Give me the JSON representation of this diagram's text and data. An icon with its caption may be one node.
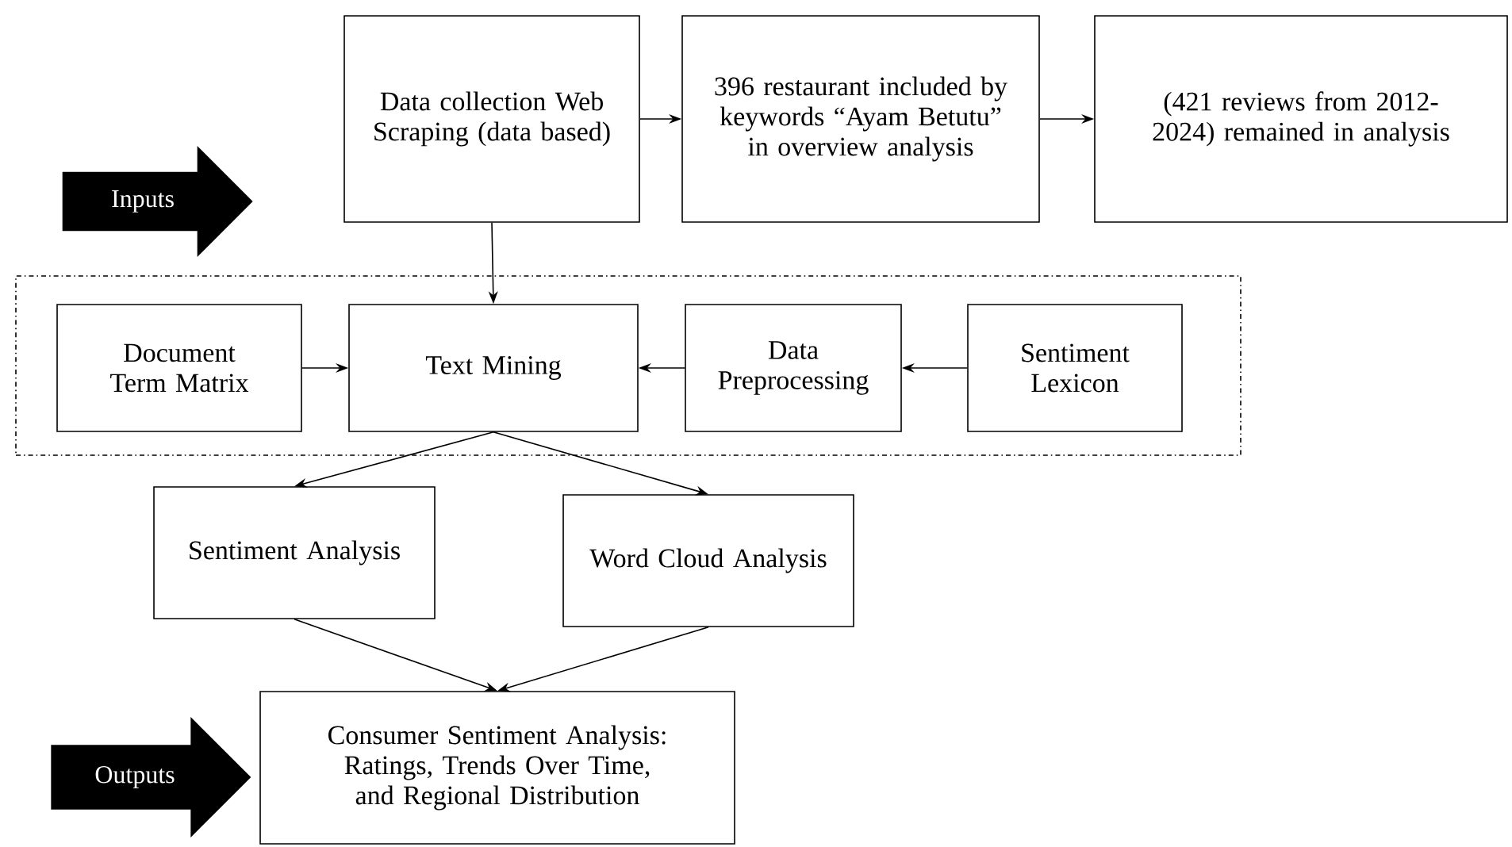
{
  "diagram": {
    "nodes": [
      {
        "text": [
          "Inputs"
        ]
      },
      {
        "text": [
          "Data collection Web Scraping (data based)"
        ]
      },
      {
        "text": [
          "396 restaurant included by keywords “Ayam Betutu” in overview analysis"
        ]
      },
      {
        "text": [
          "(421 reviews from 2012-2024) remained in analysis"
        ]
      },
      {
        "text": [],
        "shape": "box"
      },
      {
        "text": [
          "Document Term Matrix"
        ],
        "in": 4
      },
      {
        "text": [
          "Text Mining"
        ],
        "in": 4
      },
      {
        "text": [
          "Data Preprocessing"
        ],
        "in": 4
      },
      {
        "text": [
          "Sentiment Lexicon"
        ],
        "in": 4
      },
      {
        "text": [
          "Sentiment Analysis"
        ]
      },
      {
        "text": [
          "Word Cloud Analysis"
        ]
      },
      {
        "text": [
          "Outputs"
        ]
      },
      {
        "text": [
          "Consumer Sentiment Analysis: Ratings, Trends Over Time, and Regional Distribution"
        ]
      }
    ],
    "edges": [
      {
        "from": 1,
        "to": 2,
        "arrow": "to"
      },
      {
        "from": 2,
        "to": 3,
        "arrow": "to"
      },
      {
        "from": 1,
        "to": 6,
        "arrow": "to"
      },
      {
        "from": 5,
        "to": 6,
        "arrow": "to"
      },
      {
        "from": 7,
        "to": 6,
        "arrow": "to"
      },
      {
        "from": 8,
        "to": 7,
        "arrow": "to"
      },
      {
        "from": 6,
        "to": 9,
        "arrow": "to"
      },
      {
        "from": 6,
        "to": 10,
        "arrow": "to"
      },
      {
        "from": 9,
        "to": 12,
        "arrow": "to"
      },
      {
        "from": 10,
        "to": 12,
        "arrow": "to"
      }
    ]
  }
}
